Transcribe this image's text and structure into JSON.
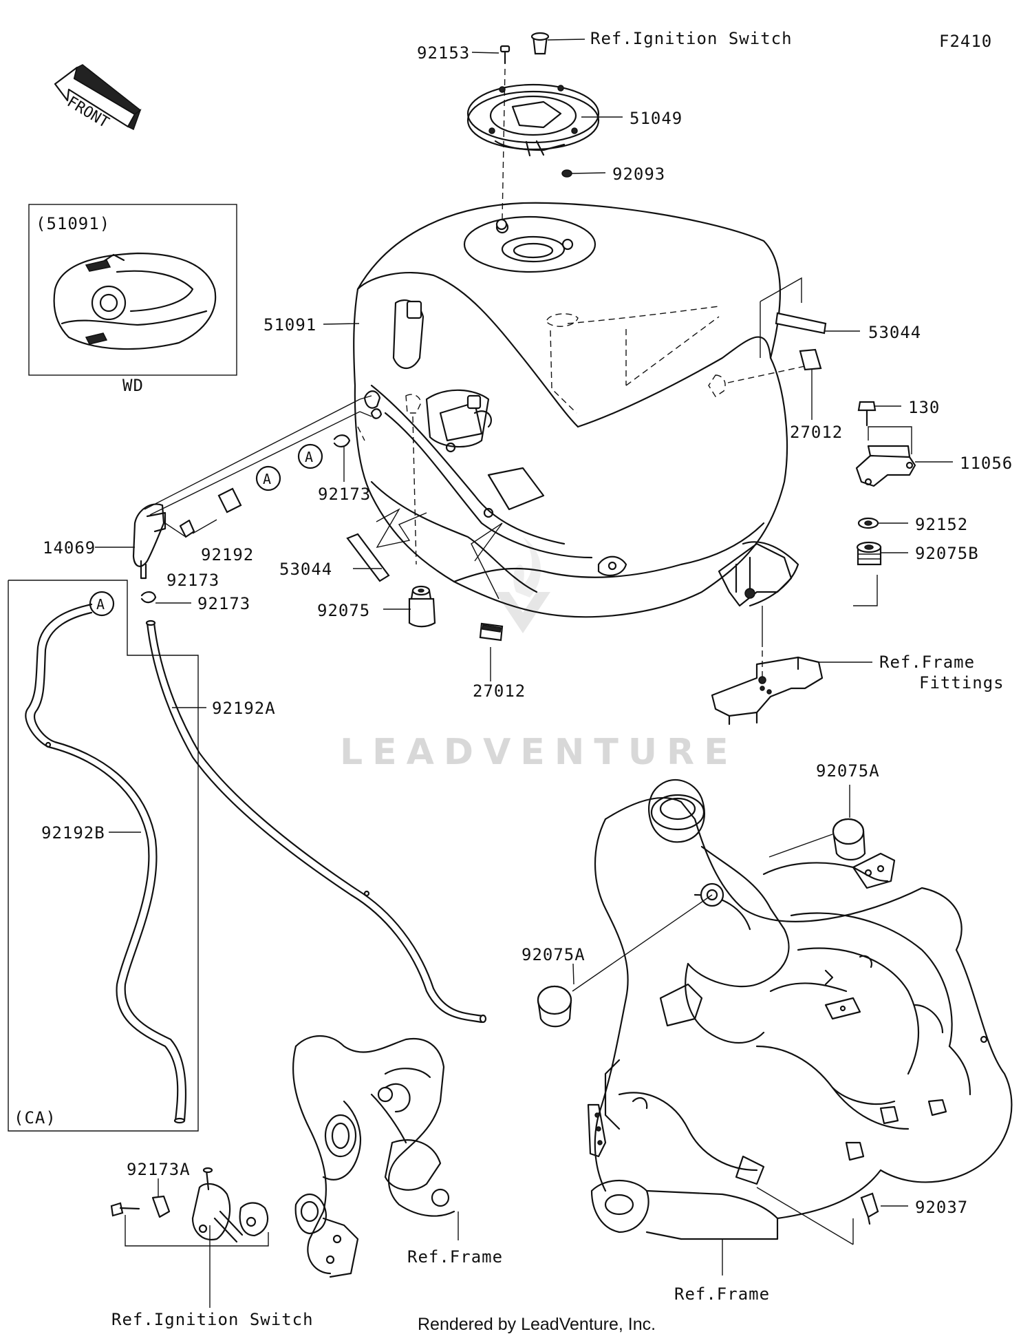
{
  "diagram_code": "F2410",
  "front_arrow": "FRONT",
  "inset_top": {
    "part": "(51091)",
    "variant": "WD"
  },
  "inset_left": {
    "variant": "(CA)"
  },
  "connector_letter": "A",
  "labels": {
    "p92153": "92153",
    "ref_ignition_top": "Ref.Ignition Switch",
    "p51049": "51049",
    "p92093": "92093",
    "p51091": "51091",
    "p53044_right": "53044",
    "p27012_right": "27012",
    "p130": "130",
    "p11056": "11056",
    "p92152": "92152",
    "p92075b": "92075B",
    "ref_frame_fittings_1": "Ref.Frame",
    "ref_frame_fittings_2": "Fittings",
    "p92173_a": "92173",
    "p14069": "14069",
    "p92192": "92192",
    "p92173_b": "92173",
    "p92173_c": "92173",
    "p53044_left": "53044",
    "p92075": "92075",
    "p27012_bottom": "27012",
    "p92192a": "92192A",
    "p92192b": "92192B",
    "p92075a_top": "92075A",
    "p92075a_left": "92075A",
    "p92173a": "92173A",
    "ref_frame_mid": "Ref.Frame",
    "p92037": "92037",
    "ref_frame_bottom": "Ref.Frame",
    "ref_ignition_bottom": "Ref.Ignition Switch"
  },
  "watermark": "LEADVENTURE",
  "credit": "Rendered by LeadVenture, Inc."
}
